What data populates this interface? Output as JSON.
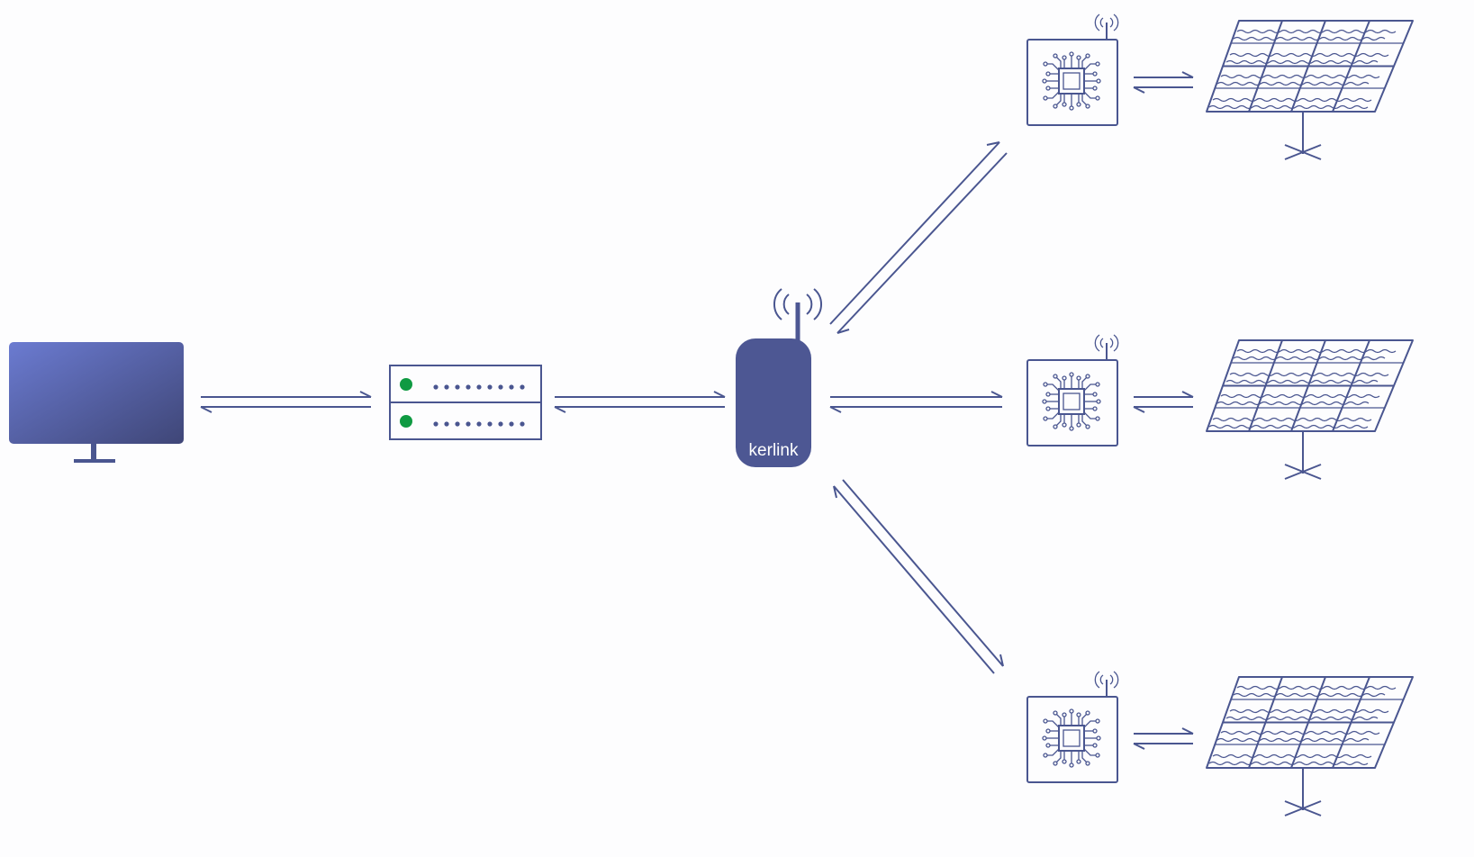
{
  "colors": {
    "stroke": "#4a5690",
    "monitor_gradient_start": "#6b7bd1",
    "monitor_gradient_end": "#3f4677",
    "gateway_fill": "#4d5793",
    "server_led": "#0f9a42",
    "background": "#fdfdfe"
  },
  "nodes": {
    "monitor": {
      "icon": "monitor-icon"
    },
    "server": {
      "icon": "server-icon"
    },
    "gateway": {
      "icon": "gateway-icon",
      "brand": "kerlink"
    },
    "sensors": [
      {
        "icon": "chip-icon"
      },
      {
        "icon": "chip-icon"
      },
      {
        "icon": "chip-icon"
      }
    ],
    "solar_panels": [
      {
        "icon": "solar-panel-icon"
      },
      {
        "icon": "solar-panel-icon"
      },
      {
        "icon": "solar-panel-icon"
      }
    ]
  },
  "links": [
    {
      "from": "monitor",
      "to": "server",
      "direction": "bidirectional"
    },
    {
      "from": "server",
      "to": "gateway",
      "direction": "bidirectional"
    },
    {
      "from": "gateway",
      "to": "sensor-1",
      "direction": "bidirectional"
    },
    {
      "from": "gateway",
      "to": "sensor-2",
      "direction": "bidirectional"
    },
    {
      "from": "gateway",
      "to": "sensor-3",
      "direction": "bidirectional"
    },
    {
      "from": "sensor-1",
      "to": "solar-panel-1",
      "direction": "bidirectional"
    },
    {
      "from": "sensor-2",
      "to": "solar-panel-2",
      "direction": "bidirectional"
    },
    {
      "from": "sensor-3",
      "to": "solar-panel-3",
      "direction": "bidirectional"
    }
  ]
}
